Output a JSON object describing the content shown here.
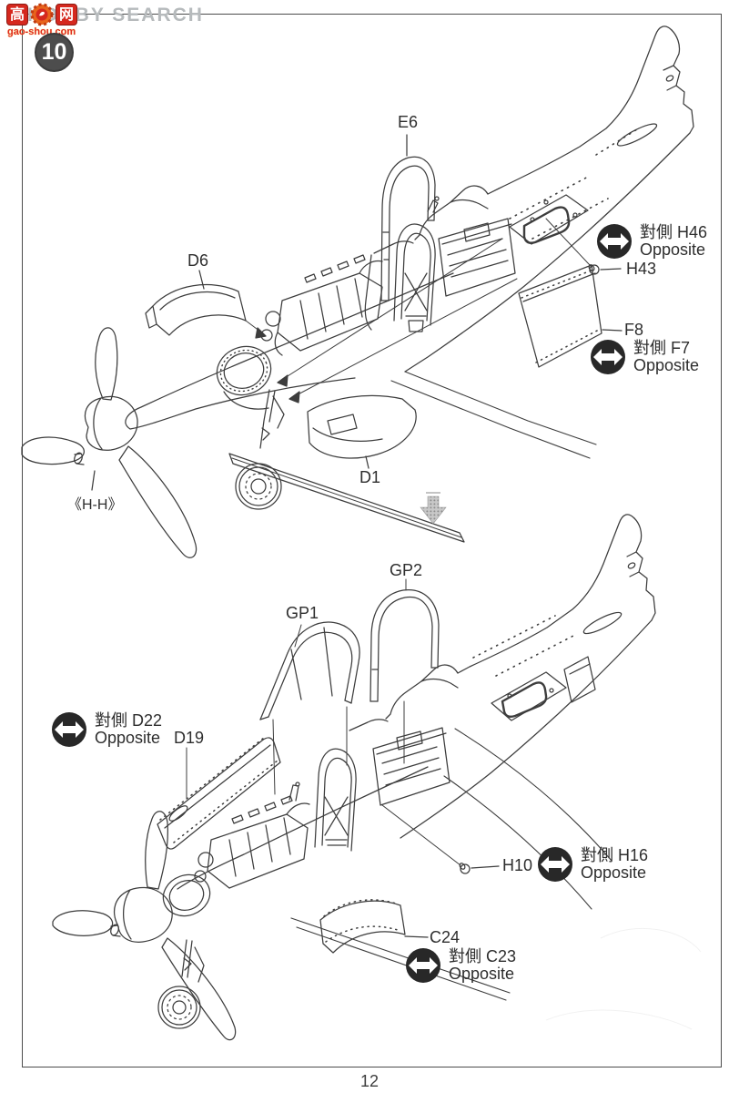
{
  "watermark": {
    "logo_left": "高",
    "logo_right": "网",
    "logo_url": "gao-shou.com",
    "ghost_text": "HOBBY SEARCH",
    "gear_icon": "gear-thumb-logo"
  },
  "step_badge": "10",
  "page_number": "12",
  "diagram_top": {
    "description_icon_names": [
      "opposite-arrow-icon",
      "down-arrow-icon"
    ],
    "part_labels": {
      "e6": "E6",
      "d6": "D6",
      "h43": "H43",
      "f8": "F8",
      "d1": "D1",
      "hh": "《H-H》"
    },
    "opposite_notes": [
      {
        "cn": "對側",
        "part": "H46",
        "en": "Opposite"
      },
      {
        "cn": "對側",
        "part": "F7",
        "en": "Opposite"
      }
    ]
  },
  "diagram_bottom": {
    "part_labels": {
      "gp2": "GP2",
      "gp1": "GP1",
      "d19": "D19",
      "h10": "H10",
      "c24": "C24"
    },
    "opposite_notes": [
      {
        "cn": "對側",
        "part": "D22",
        "en": "Opposite"
      },
      {
        "cn": "對側",
        "part": "H16",
        "en": "Opposite"
      },
      {
        "cn": "對側",
        "part": "C23",
        "en": "Opposite"
      }
    ]
  },
  "colors": {
    "line_art": "#3d3d3d",
    "badge_black": "#282828",
    "logo_red": "#d5281e",
    "ghost_gray": "#b6babc"
  }
}
